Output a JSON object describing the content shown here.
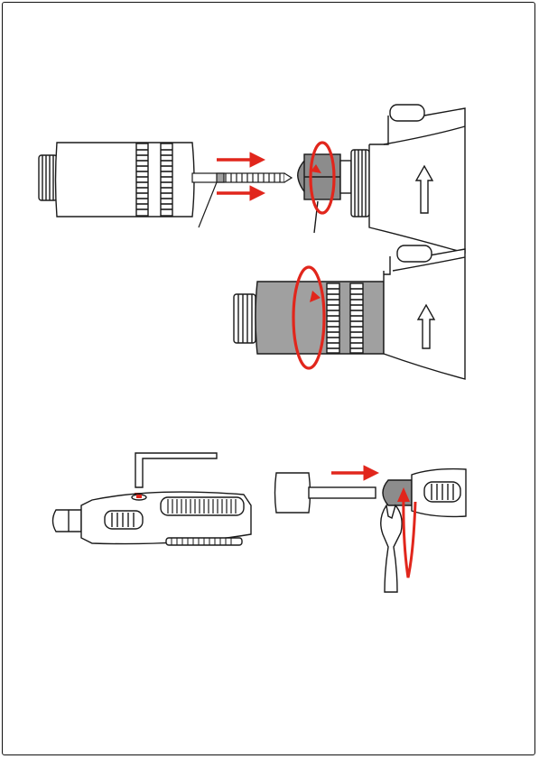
{
  "colors": {
    "outline": "#1a1a1a",
    "accent_red": "#e1261c",
    "chuck_gray": "#a0a0a0",
    "nut_gray": "#8c8c8c",
    "paper": "#ffffff"
  },
  "figures": [
    {
      "id": "fig-1",
      "description_icons": [
        "drill-chuck",
        "insert-arrow",
        "rotate-arrow",
        "tool-nose"
      ]
    },
    {
      "id": "fig-2",
      "description_icons": [
        "drill-chuck-mounted",
        "rotate-arrow",
        "up-arrow"
      ]
    },
    {
      "id": "fig-3",
      "description_icons": [
        "hex-key",
        "rotary-tool"
      ]
    },
    {
      "id": "fig-4",
      "description_icons": [
        "mounted-point",
        "collet-nut",
        "wrench",
        "rotate-arrow"
      ]
    }
  ]
}
